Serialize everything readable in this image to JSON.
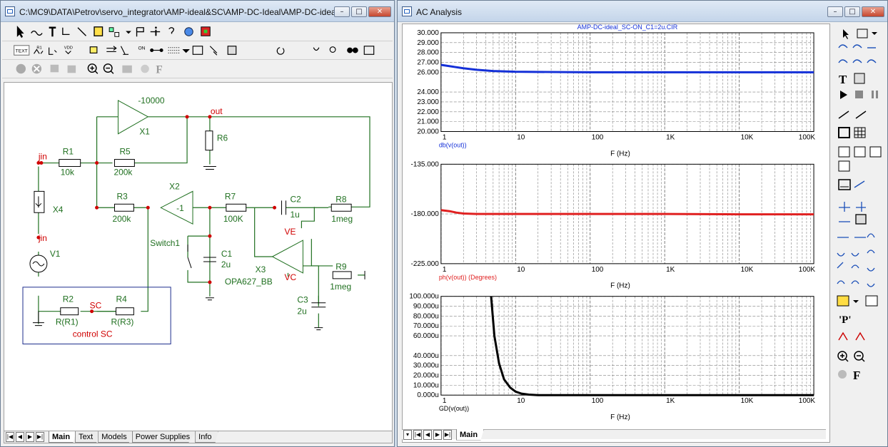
{
  "schematic_window": {
    "title": "C:\\MC9\\DATA\\Petrov\\servo_integrator\\AMP-ideal&SC\\AMP-DC-Ideal\\AMP-DC-ideal...",
    "tabs": [
      {
        "label": "Main",
        "active": true
      },
      {
        "label": "Text"
      },
      {
        "label": "Models"
      },
      {
        "label": "Power Supplies"
      },
      {
        "label": "Info"
      }
    ],
    "toolbar_texts": {
      "text": "TEXT",
      "on": "ON",
      "r1": "R1",
      "vdd": "VDD"
    }
  },
  "schematic": {
    "labels": {
      "x1_gain": "-10000",
      "x1": "X1",
      "out": "out",
      "r6": "R6",
      "in_top": "jin",
      "r1": "R1",
      "r1_val": "10k",
      "r5": "R5",
      "r5_val": "200k",
      "x2": "X2",
      "x2_gain": "-1",
      "r3": "R3",
      "r3_val": "200k",
      "r7": "R7",
      "r7_val": "100K",
      "c2": "C2",
      "c2_val": "1u",
      "r8": "R8",
      "r8_val": "1meg",
      "x4": "X4",
      "in_mid": "jin",
      "switch": "Switch1",
      "c1": "C1",
      "c1_val": "2u",
      "ve": "VE",
      "x3": "X3",
      "vc": "VC",
      "opa": "OPA627_BB",
      "v1": "V1",
      "r9": "R9",
      "r9_val": "1meg",
      "c3": "C3",
      "c3_val": "2u",
      "r2": "R2",
      "r2_val": "R(R1)",
      "sc": "SC",
      "r4": "R4",
      "r4_val": "R(R3)",
      "control": "control SC"
    }
  },
  "analysis_window": {
    "title": "AC Analysis",
    "tabs": [
      {
        "label": "Main",
        "active": true
      }
    ]
  },
  "chart_data": [
    {
      "type": "line",
      "title": "AMP-DC-ideal_SC-ON_C1=2u.CIR",
      "xlabel": "F (Hz)",
      "ylabel": "db(v(out))",
      "xscale": "log",
      "xlim": [
        1,
        100000
      ],
      "ylim": [
        20,
        30
      ],
      "yticks": [
        "30.000",
        "29.000",
        "28.000",
        "27.000",
        "26.000",
        "24.000",
        "23.000",
        "22.000",
        "21.000",
        "20.000"
      ],
      "xticks": [
        "1",
        "10",
        "100",
        "1K",
        "10K",
        "100K"
      ],
      "series": [
        {
          "color": "#1430d8",
          "x": [
            1,
            1.5,
            2,
            3,
            5,
            10,
            100,
            1000,
            10000,
            100000
          ],
          "y": [
            26.75,
            26.55,
            26.4,
            26.25,
            26.12,
            26.05,
            26.0,
            26.0,
            26.0,
            26.0
          ]
        }
      ]
    },
    {
      "type": "line",
      "xlabel": "F (Hz)",
      "ylabel": "ph(v(out)) (Degrees)",
      "xscale": "log",
      "xlim": [
        1,
        100000
      ],
      "ylim": [
        -225,
        -135
      ],
      "yticks": [
        "-135.000",
        "-180.000",
        "-225.000"
      ],
      "xticks": [
        "1",
        "10",
        "100",
        "1K",
        "10K",
        "100K"
      ],
      "series": [
        {
          "color": "#e02020",
          "x": [
            1,
            1.3,
            1.6,
            2,
            3,
            10,
            100,
            1000,
            10000,
            100000
          ],
          "y": [
            -176.5,
            -177.5,
            -178.8,
            -179.6,
            -180,
            -180,
            -180,
            -180,
            -180.3,
            -180.3
          ]
        }
      ]
    },
    {
      "type": "line",
      "xlabel": "F (Hz)",
      "ylabel": "GD(v(out))",
      "xscale": "log",
      "xlim": [
        1,
        100000
      ],
      "ylim": [
        0,
        0.0001
      ],
      "yticks": [
        "100.000u",
        "90.000u",
        "80.000u",
        "70.000u",
        "60.000u",
        "40.000u",
        "30.000u",
        "20.000u",
        "10.000u",
        "0.000u"
      ],
      "xticks": [
        "1",
        "10",
        "100",
        "1K",
        "10K",
        "100K"
      ],
      "series": [
        {
          "color": "#000000",
          "x": [
            4.7,
            5.2,
            6,
            7,
            8.5,
            10,
            12,
            15,
            20,
            100,
            100000
          ],
          "y": [
            0.0001,
            6e-05,
            3.2e-05,
            1.6e-05,
            7.5e-06,
            3.5e-06,
            1.5e-06,
            5e-07,
            0,
            0,
            0
          ]
        }
      ]
    }
  ]
}
